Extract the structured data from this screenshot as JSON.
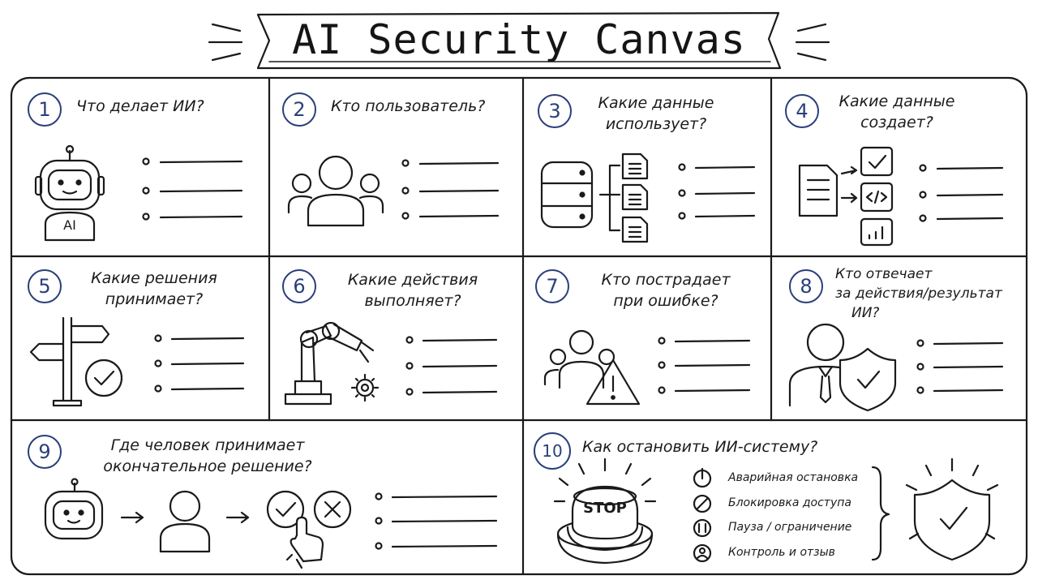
{
  "header": {
    "title": "AI Security Canvas"
  },
  "cells": [
    {
      "number": "1",
      "title": [
        "Что делает ИИ?"
      ],
      "badge": "AI"
    },
    {
      "number": "2",
      "title": [
        "Кто пользователь?"
      ]
    },
    {
      "number": "3",
      "title": [
        "Какие данные",
        "использует?"
      ]
    },
    {
      "number": "4",
      "title": [
        "Какие данные",
        "создает?"
      ]
    },
    {
      "number": "5",
      "title": [
        "Какие решения",
        "принимает?"
      ]
    },
    {
      "number": "6",
      "title": [
        "Какие действия",
        "выполняет?"
      ]
    },
    {
      "number": "7",
      "title": [
        "Кто пострадает",
        "при ошибке?"
      ]
    },
    {
      "number": "8",
      "title": [
        "Кто отвечает",
        "за действия/результат",
        "ИИ?"
      ]
    },
    {
      "number": "9",
      "title": [
        "Где человек принимает",
        "окончательное решение?"
      ]
    },
    {
      "number": "10",
      "title": [
        "Как остановить ИИ-систему?"
      ],
      "stop_label": "STOP",
      "controls": [
        "Аварийная остановка",
        "Блокировка доступа",
        "Пауза / ограничение",
        "Контроль и отзыв"
      ]
    }
  ],
  "icons": {
    "cell1": "robot-icon",
    "cell2": "user-group-icon",
    "cell3": "database-documents-icon",
    "cell4": "document-outputs-icon",
    "cell5": "signpost-check-icon",
    "cell6": "robot-arm-icon",
    "cell7": "people-warning-icon",
    "cell8": "manager-shield-icon",
    "cell9": "robot-person-decision-icon",
    "cell10": "stop-button-icon",
    "controls": [
      "power-icon",
      "block-icon",
      "pause-icon",
      "user-control-icon"
    ],
    "shield": "shield-check-icon"
  },
  "colors": {
    "ink": "#1a1a1a",
    "accent": "#2a3f7a"
  }
}
